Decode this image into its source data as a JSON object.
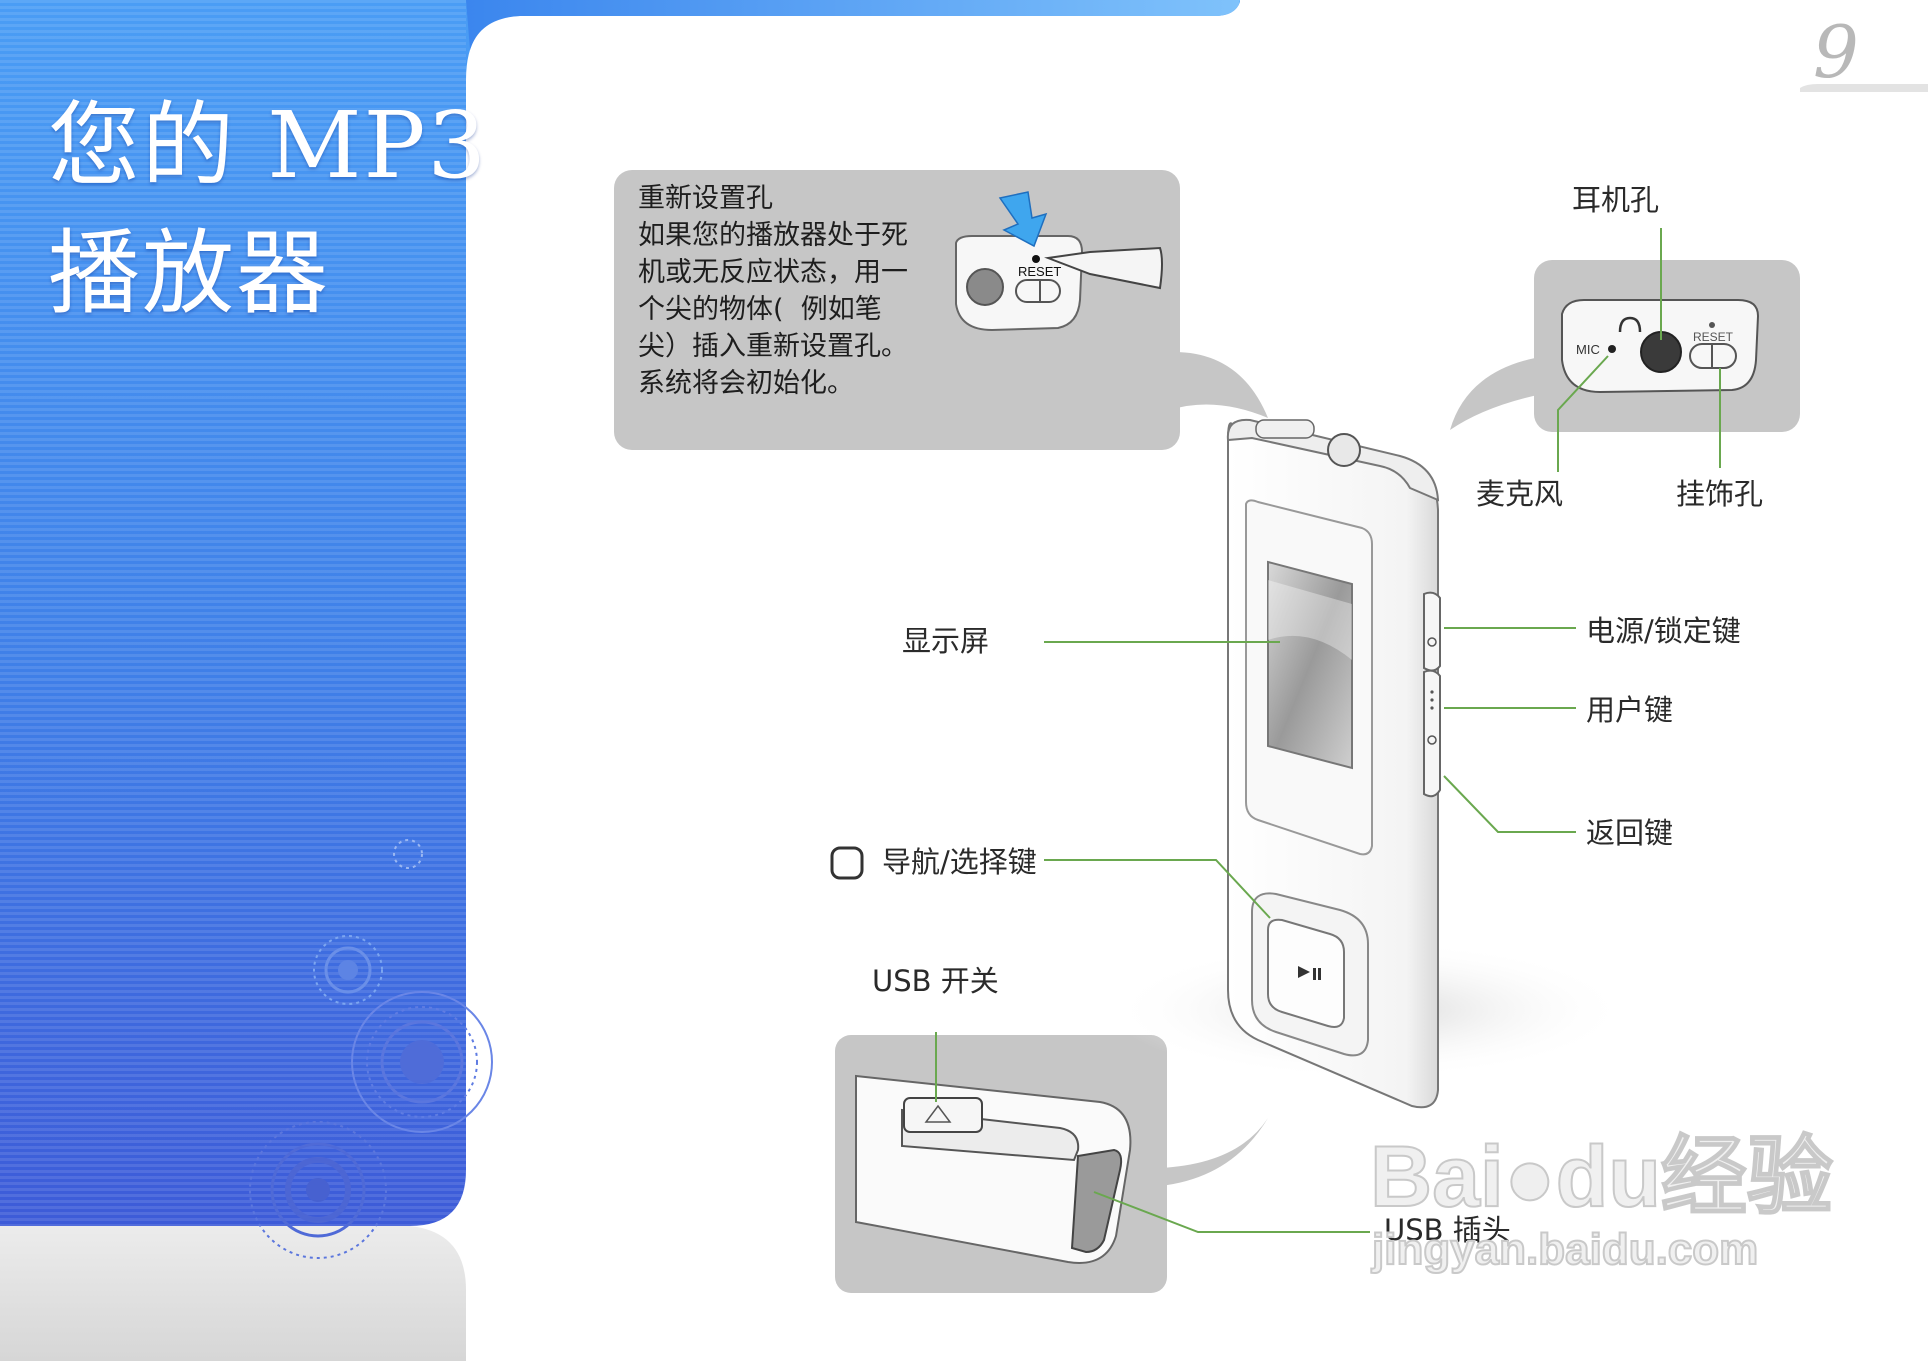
{
  "page_number": "9",
  "title": {
    "line1": "您的 MP3",
    "line2": "播放器"
  },
  "reset_callout": {
    "heading": "重新设置孔",
    "lines": [
      "如果您的播放器处于死",
      "机或无反应状态，用一",
      "个尖的物体(  例如笔",
      "尖）插入重新设置孔。",
      "系统将会初始化。"
    ],
    "reset_label": "RESET"
  },
  "top_detail": {
    "mic_label": "MIC",
    "reset_label": "RESET"
  },
  "labels": {
    "earphone_jack": "耳机孔",
    "microphone": "麦克风",
    "strap_hole": "挂饰孔",
    "display": "显示屏",
    "power_lock": "电源/锁定键",
    "user_key": "用户键",
    "back_key": "返回键",
    "nav_select": "导航/选择键",
    "usb_switch": "USB 开关",
    "usb_plug": "USB 插头"
  },
  "watermark": {
    "brand": "Bai",
    "brand2": "du",
    "suffix": "经验",
    "url": "jingyan.baidu.com"
  },
  "colors": {
    "sidebar_blue_top": "#3f8ff0",
    "sidebar_blue_bottom": "#3c5ed9",
    "leader_green": "#6aa84f",
    "callout_gray": "#c6c6c6"
  }
}
